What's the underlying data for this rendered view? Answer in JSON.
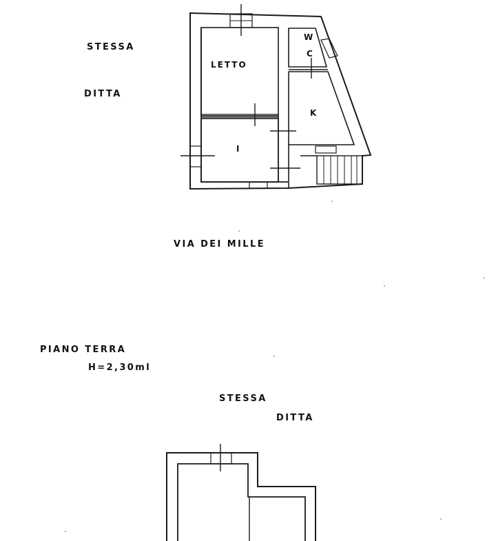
{
  "labels": {
    "neighbor_top_1": "STESSA",
    "neighbor_top_2": "DITTA",
    "street": "VIA DEI MILLE",
    "floor": "PIANO TERRA",
    "height": "H=2,30ml",
    "neighbor_bottom_1": "STESSA",
    "neighbor_bottom_2": "DITTA"
  },
  "rooms": {
    "letto": "LETTO",
    "w": "W",
    "c": "C",
    "k": "K",
    "i": "I"
  },
  "colors": {
    "wall": "#1a1a1a",
    "background": "#ffffff"
  }
}
